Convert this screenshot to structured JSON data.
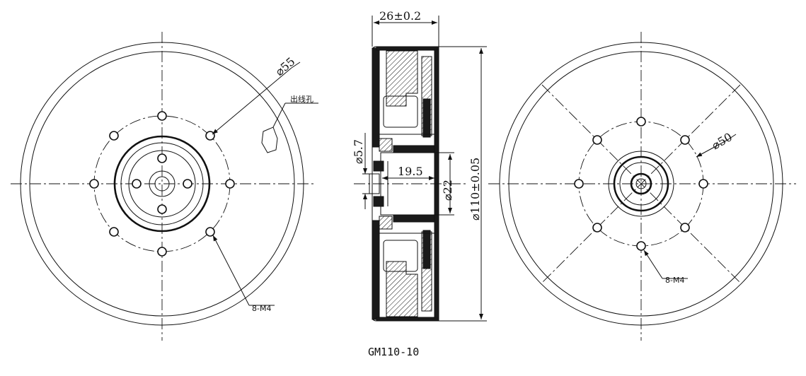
{
  "drawing": {
    "title": "GM110-10",
    "left_view": {
      "dia_label": "⌀55",
      "outlet_label": "出线孔",
      "thread_label": "8-M4"
    },
    "side_view": {
      "width_label": "26±0.2",
      "outer_dia_label": "⌀110±0.05",
      "bore_dia_label": "⌀22",
      "depth_label": "19.5",
      "small_dia_label": "⌀5.7"
    },
    "right_view": {
      "dia_label": "⌀50",
      "thread_label": "8-M4"
    }
  }
}
